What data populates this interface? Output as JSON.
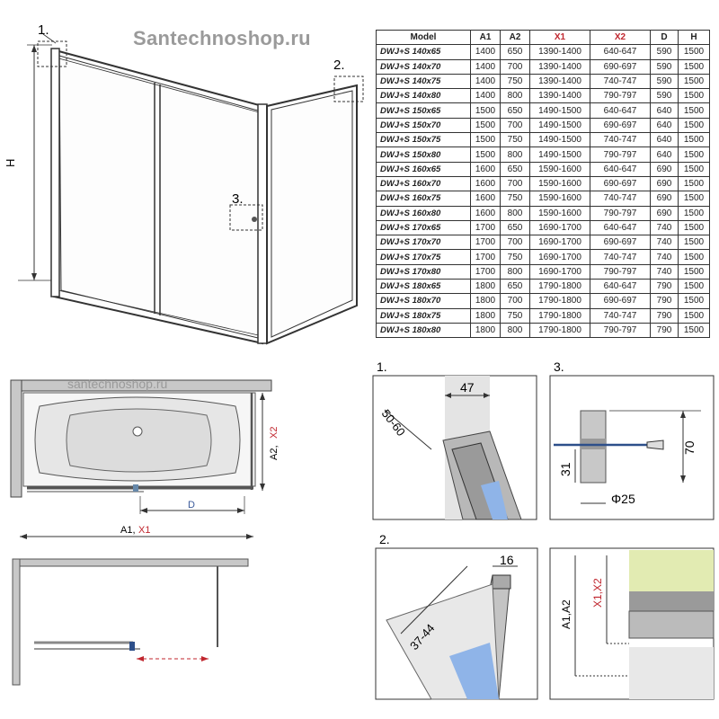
{
  "brand": "Santechnoshop.ru",
  "watermark": "santechnoshop.ru",
  "callouts": {
    "c1": "1.",
    "c2": "2.",
    "c3": "3.",
    "h": "H"
  },
  "plan": {
    "a2": "A2,",
    "x2": "X2",
    "d": "D",
    "a1": "A1,",
    "x1": "X1"
  },
  "details": {
    "d1": {
      "num": "1.",
      "w": "47",
      "range": "50-60"
    },
    "d2": {
      "num": "2.",
      "w": "16",
      "range": "37-44"
    },
    "d3": {
      "num": "3.",
      "h": "70",
      "offset": "31",
      "dia": "Φ25"
    },
    "d4": {
      "a": "A1,A2",
      "x": "X1,X2"
    }
  },
  "table": {
    "headers": [
      "Model",
      "A1",
      "A2",
      "X1",
      "X2",
      "D",
      "H"
    ],
    "rows": [
      [
        "DWJ+S 140x65",
        "1400",
        "650",
        "1390-1400",
        "640-647",
        "590",
        "1500"
      ],
      [
        "DWJ+S 140x70",
        "1400",
        "700",
        "1390-1400",
        "690-697",
        "590",
        "1500"
      ],
      [
        "DWJ+S 140x75",
        "1400",
        "750",
        "1390-1400",
        "740-747",
        "590",
        "1500"
      ],
      [
        "DWJ+S 140x80",
        "1400",
        "800",
        "1390-1400",
        "790-797",
        "590",
        "1500"
      ],
      [
        "DWJ+S 150x65",
        "1500",
        "650",
        "1490-1500",
        "640-647",
        "640",
        "1500"
      ],
      [
        "DWJ+S 150x70",
        "1500",
        "700",
        "1490-1500",
        "690-697",
        "640",
        "1500"
      ],
      [
        "DWJ+S 150x75",
        "1500",
        "750",
        "1490-1500",
        "740-747",
        "640",
        "1500"
      ],
      [
        "DWJ+S 150x80",
        "1500",
        "800",
        "1490-1500",
        "790-797",
        "640",
        "1500"
      ],
      [
        "DWJ+S 160x65",
        "1600",
        "650",
        "1590-1600",
        "640-647",
        "690",
        "1500"
      ],
      [
        "DWJ+S 160x70",
        "1600",
        "700",
        "1590-1600",
        "690-697",
        "690",
        "1500"
      ],
      [
        "DWJ+S 160x75",
        "1600",
        "750",
        "1590-1600",
        "740-747",
        "690",
        "1500"
      ],
      [
        "DWJ+S 160x80",
        "1600",
        "800",
        "1590-1600",
        "790-797",
        "690",
        "1500"
      ],
      [
        "DWJ+S 170x65",
        "1700",
        "650",
        "1690-1700",
        "640-647",
        "740",
        "1500"
      ],
      [
        "DWJ+S 170x70",
        "1700",
        "700",
        "1690-1700",
        "690-697",
        "740",
        "1500"
      ],
      [
        "DWJ+S 170x75",
        "1700",
        "750",
        "1690-1700",
        "740-747",
        "740",
        "1500"
      ],
      [
        "DWJ+S 170x80",
        "1700",
        "800",
        "1690-1700",
        "790-797",
        "740",
        "1500"
      ],
      [
        "DWJ+S 180x65",
        "1800",
        "650",
        "1790-1800",
        "640-647",
        "790",
        "1500"
      ],
      [
        "DWJ+S 180x70",
        "1800",
        "700",
        "1790-1800",
        "690-697",
        "790",
        "1500"
      ],
      [
        "DWJ+S 180x75",
        "1800",
        "750",
        "1790-1800",
        "740-747",
        "790",
        "1500"
      ],
      [
        "DWJ+S 180x80",
        "1800",
        "800",
        "1790-1800",
        "790-797",
        "790",
        "1500"
      ]
    ]
  }
}
